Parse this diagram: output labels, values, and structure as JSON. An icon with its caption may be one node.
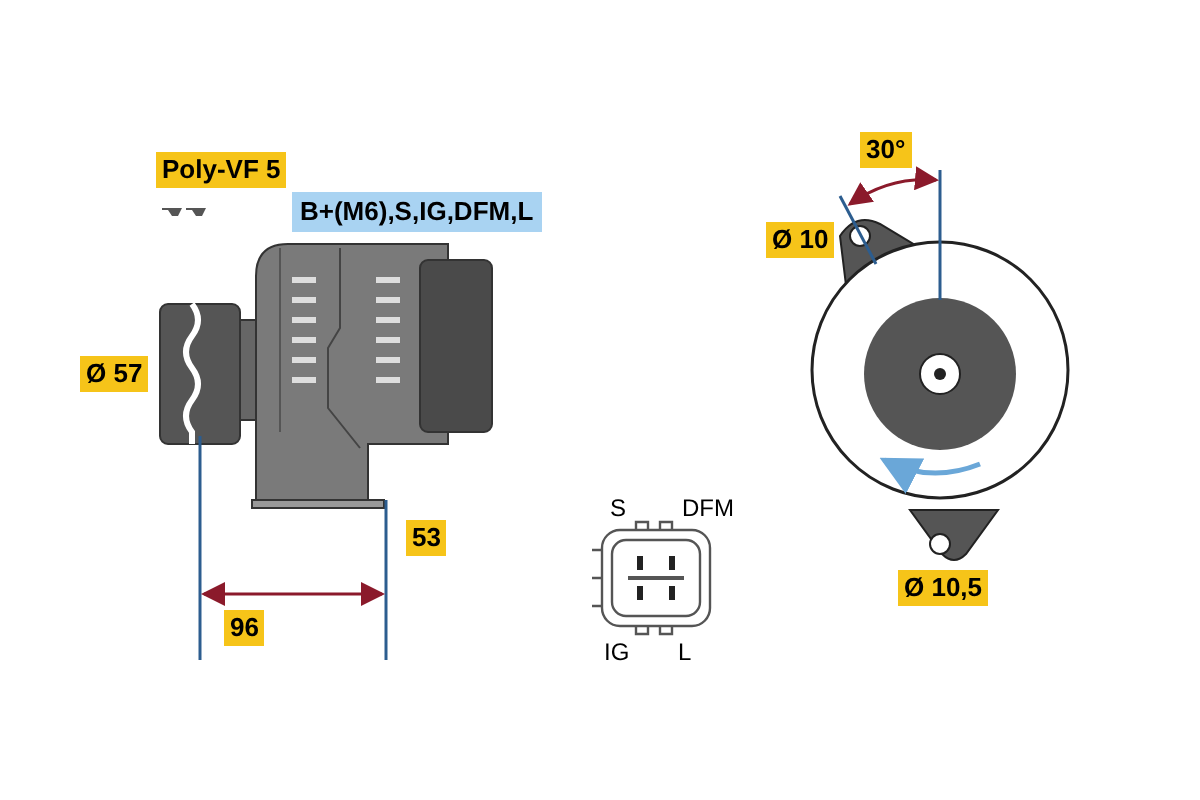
{
  "diagram": {
    "labels": [
      "30°",
      "Poly-VF 5",
      "B+(M6),S,IG,DFM,L",
      "Ø 10",
      "Ø 57",
      "S",
      "DFM",
      "53",
      "Ø 10,5",
      "96",
      "IG",
      "L"
    ]
  }
}
